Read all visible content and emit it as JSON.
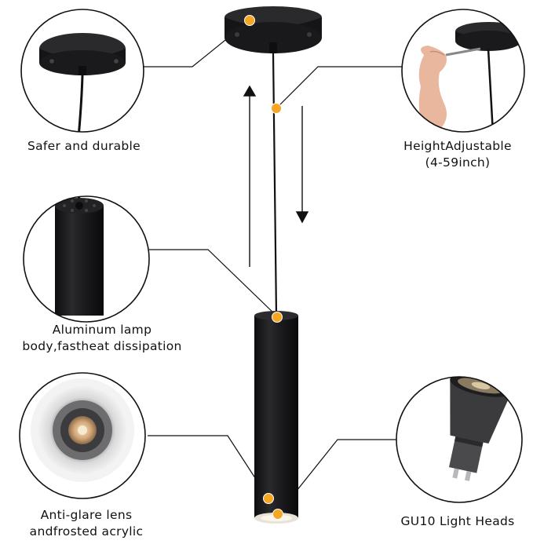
{
  "colors": {
    "background": "#ffffff",
    "outline": "#111111",
    "fixture_black": "#1c1c1e",
    "accent_dot": "#f5a623"
  },
  "features": [
    {
      "id": "canopy",
      "lines": [
        "Safer and durable"
      ],
      "icon": "ceiling-canopy-icon"
    },
    {
      "id": "height",
      "lines": [
        "HeightAdjustable",
        "(4-59inch)"
      ],
      "icon": "hand-adjusting-cord-icon"
    },
    {
      "id": "body",
      "lines": [
        "Aluminum lamp",
        "body,fastheat dissipation"
      ],
      "icon": "cylinder-lamp-body-icon"
    },
    {
      "id": "lens",
      "lines": [
        "Anti-glare lens",
        "andfrosted acrylic"
      ],
      "icon": "recessed-lens-icon"
    },
    {
      "id": "bulb",
      "lines": [
        "GU10 Light Heads"
      ],
      "icon": "gu10-bulb-icon"
    }
  ]
}
